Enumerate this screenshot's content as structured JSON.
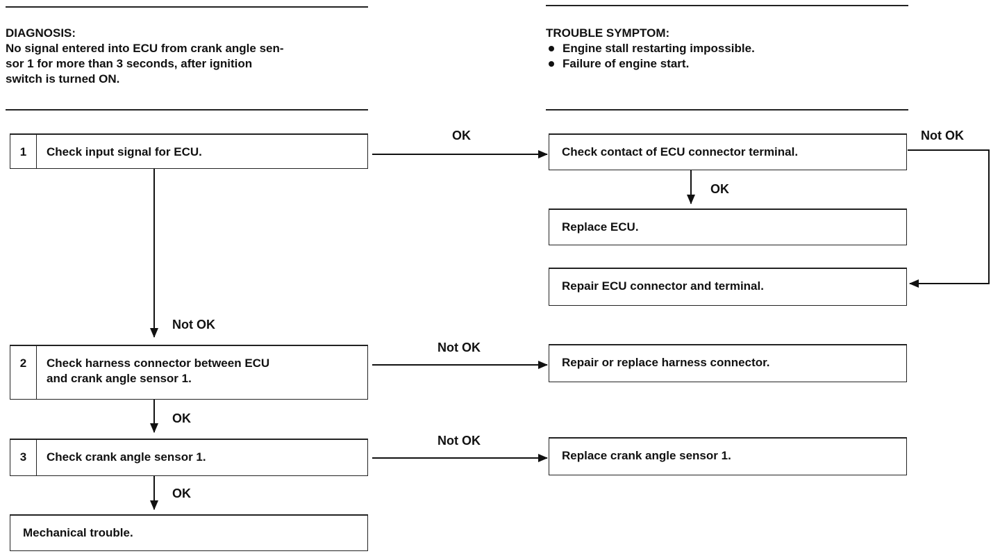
{
  "diagnosis": {
    "title": "DIAGNOSIS:",
    "lines": [
      "No signal entered into ECU from crank angle sen-",
      "sor 1 for more than 3 seconds, after ignition",
      "switch is turned ON."
    ]
  },
  "trouble_symptom": {
    "title": "TROUBLE SYMPTOM:",
    "items": [
      "Engine stall restarting impossible.",
      "Failure of engine start."
    ]
  },
  "steps": [
    {
      "number": "1",
      "text": "Check input signal for ECU."
    },
    {
      "number": "2",
      "text_lines": [
        "Check harness connector between ECU",
        "and crank angle sensor 1."
      ]
    },
    {
      "number": "3",
      "text": "Check crank angle sensor 1."
    }
  ],
  "outcomes": {
    "mechanical": "Mechanical trouble.",
    "check_contact": "Check contact of ECU connector terminal.",
    "replace_ecu": "Replace ECU.",
    "repair_connector": "Repair ECU connector and terminal.",
    "repair_harness": "Repair or replace harness connector.",
    "replace_sensor": "Replace crank angle sensor 1."
  },
  "labels": {
    "ok": "OK",
    "not_ok": "Not OK"
  }
}
